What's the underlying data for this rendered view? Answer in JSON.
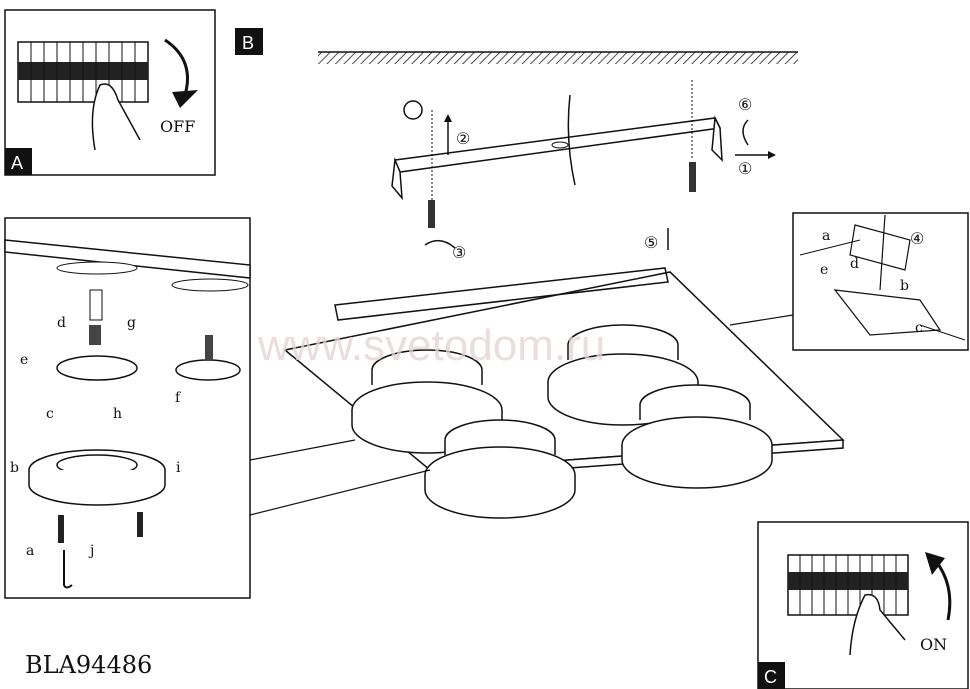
{
  "panels": {
    "a": {
      "label": "A",
      "switch_text": "OFF"
    },
    "b": {
      "label": "B"
    },
    "c": {
      "label": "C",
      "switch_text": "ON"
    }
  },
  "model_code": "BLA94486",
  "watermark": "www.svetodom.ru",
  "steps": {
    "s1": "①",
    "s2": "②",
    "s3": "③",
    "s4": "④",
    "s5": "⑤",
    "s6": "⑥"
  },
  "detail_letters": [
    "a",
    "b",
    "c",
    "d",
    "e",
    "f",
    "g",
    "h",
    "i",
    "j"
  ],
  "wiring_letters": [
    "a",
    "b",
    "c",
    "d",
    "e"
  ]
}
